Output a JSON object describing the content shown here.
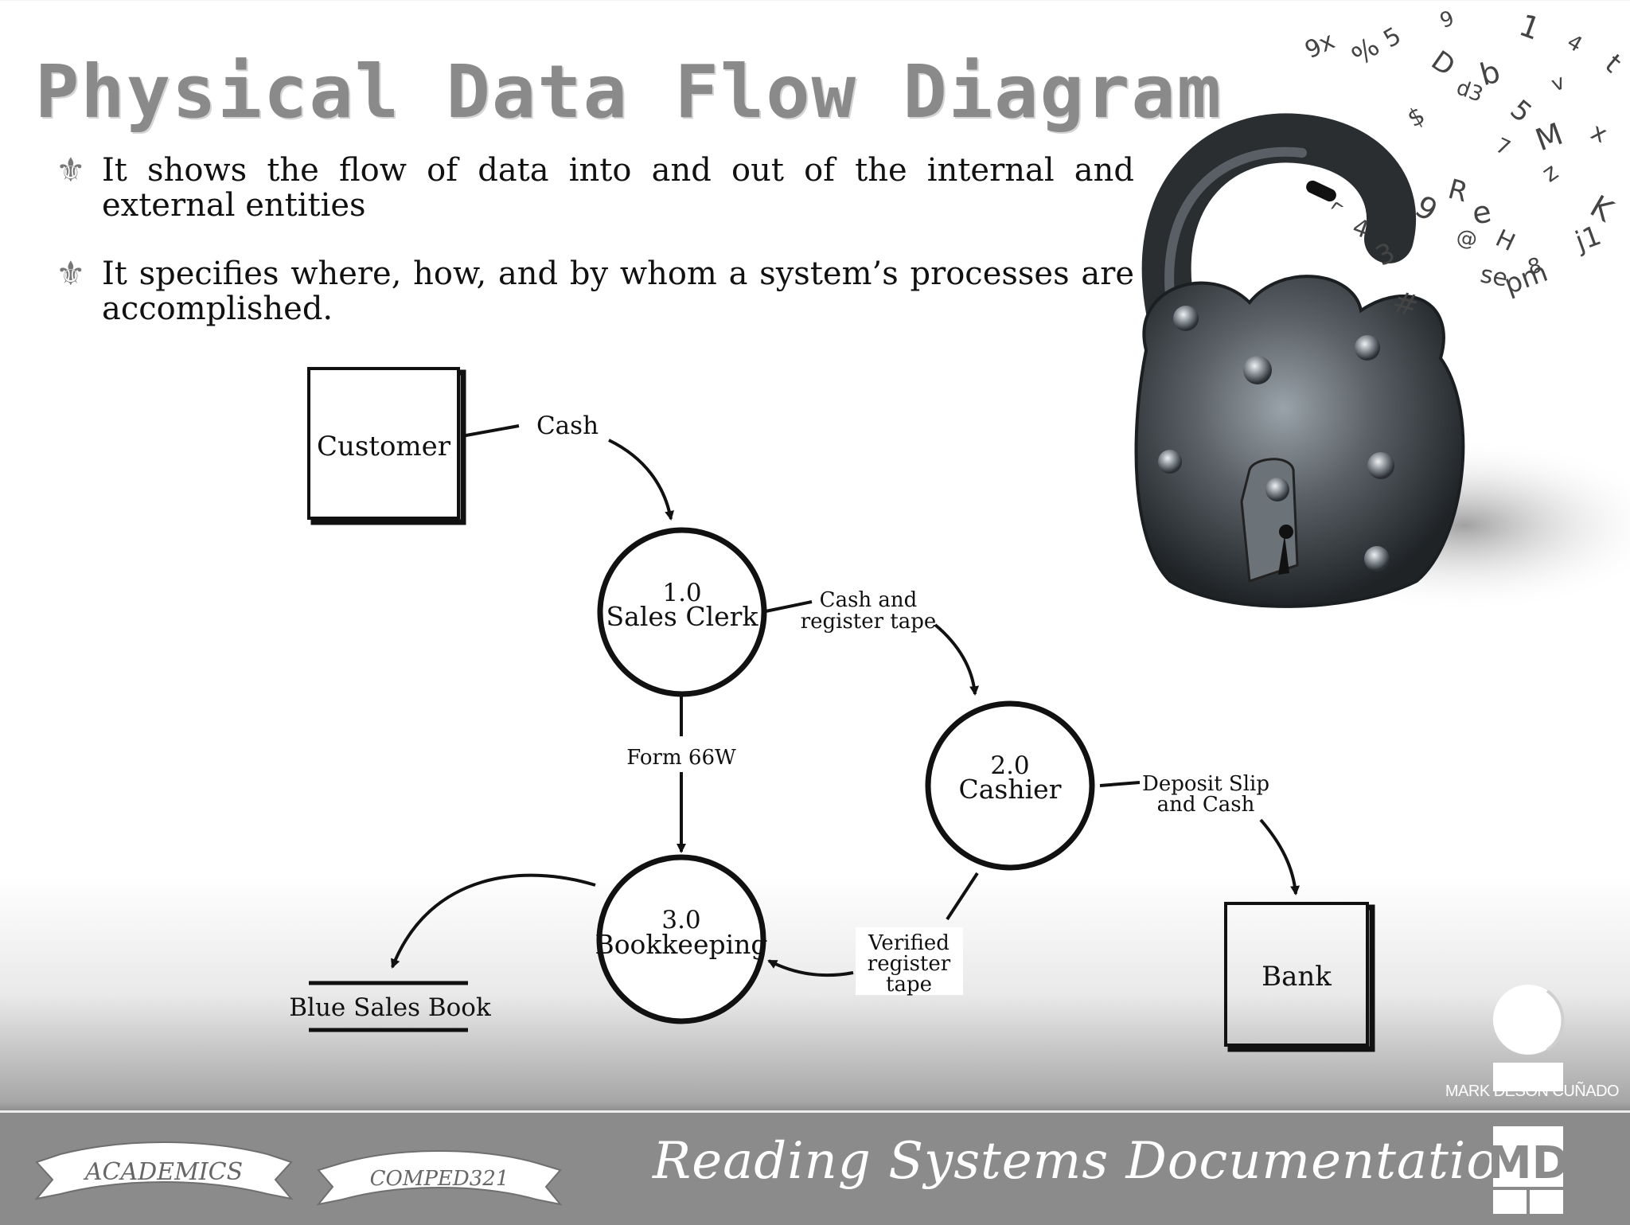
{
  "slide": {
    "title": "Physical Data Flow Diagram",
    "bullets": [
      "It shows the flow of data into and out of the internal and external entities",
      "It specifies where, how, and by whom a system’s processes are accomplished."
    ],
    "bullet_icon": "fleur-de-lis-icon"
  },
  "diagram": {
    "entities": {
      "customer": "Customer",
      "bank": "Bank"
    },
    "processes": {
      "p1": {
        "number": "1.0",
        "name": "Sales Clerk"
      },
      "p2": {
        "number": "2.0",
        "name": "Cashier"
      },
      "p3": {
        "number": "3.0",
        "name": "Bookkeeping"
      }
    },
    "data_store": "Blue Sales Book",
    "flows": {
      "cash": "Cash",
      "cash_register_tape": [
        "Cash and",
        "register tape"
      ],
      "form_66w": "Form 66W",
      "deposit": [
        "Deposit Slip",
        "and Cash"
      ],
      "verified": [
        "Verified",
        "register",
        "tape"
      ]
    }
  },
  "illustration": {
    "name": "padlock-illustration",
    "glyphs": [
      "9",
      "5",
      "%",
      "1",
      "4",
      "9x",
      "D",
      "b",
      "d3",
      "$",
      "5",
      "M",
      "7",
      "z",
      "R",
      "e",
      "@",
      "H",
      "j1",
      "K",
      "8",
      "se",
      "pm",
      "#",
      "^",
      "4",
      "3",
      "9",
      "v",
      "x",
      "t"
    ]
  },
  "footer": {
    "ribbon_left": "ACADEMICS",
    "ribbon_right": "COMPED321",
    "course_title": "Reading Systems Documentation",
    "author": "MARK DESON CUÑADO",
    "logo_initials": "MD"
  },
  "colors": {
    "title": "#8a8a8a",
    "footer_bar": "#8b8b8b",
    "ink": "#111111"
  }
}
